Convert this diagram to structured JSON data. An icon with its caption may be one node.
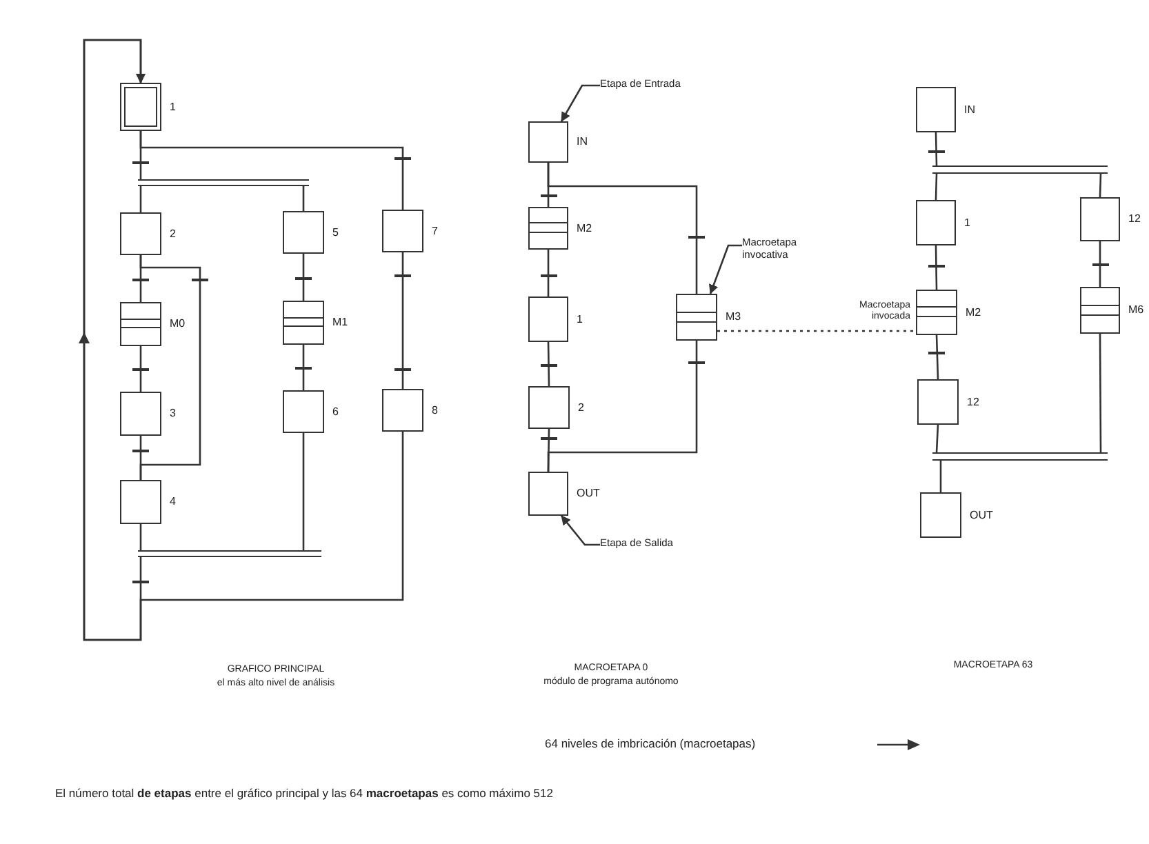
{
  "diagram": {
    "nodes": [
      {
        "text": [
          "1"
        ]
      },
      {
        "text": [],
        "shape": "bar"
      },
      {
        "text": [
          "2"
        ]
      },
      {
        "text": [
          "M0"
        ]
      },
      {
        "text": [
          "3"
        ]
      },
      {
        "text": [
          "4"
        ]
      },
      {
        "text": [
          "5"
        ]
      },
      {
        "text": [
          "M1"
        ]
      },
      {
        "text": [
          "6"
        ]
      },
      {
        "text": [
          "7"
        ]
      },
      {
        "text": [
          "8"
        ]
      },
      {
        "text": [],
        "shape": "bar"
      },
      {
        "text": [
          "IN"
        ]
      },
      {
        "text": [
          "M2"
        ]
      },
      {
        "text": [
          "1"
        ]
      },
      {
        "text": [
          "2"
        ]
      },
      {
        "text": [
          "OUT"
        ]
      },
      {
        "text": [
          "M3"
        ]
      },
      {
        "text": [
          "Etapa de Entrada"
        ]
      },
      {
        "text": [
          "Etapa de Salida"
        ]
      },
      {
        "text": [
          "Macroetapa invocativa"
        ]
      },
      {
        "text": [
          "IN"
        ]
      },
      {
        "text": [],
        "shape": "bar"
      },
      {
        "text": [
          "1"
        ]
      },
      {
        "text": [
          "M2"
        ],
        "beside": [
          "Macroetapa invocada"
        ]
      },
      {
        "text": [
          "12"
        ]
      },
      {
        "text": [
          "12"
        ]
      },
      {
        "text": [
          "M6"
        ]
      },
      {
        "text": [],
        "shape": "bar"
      },
      {
        "text": [
          "OUT"
        ]
      }
    ],
    "edges": [
      {
        "from": 0,
        "to": 1,
        "arrow": "none"
      },
      {
        "from": 0,
        "to": 9,
        "arrow": "none"
      },
      {
        "from": 1,
        "to": 2,
        "arrow": "none"
      },
      {
        "from": 1,
        "to": 6,
        "arrow": "none"
      },
      {
        "from": 2,
        "to": 3,
        "arrow": "none"
      },
      {
        "from": 3,
        "to": 4,
        "arrow": "none"
      },
      {
        "from": 4,
        "to": 5,
        "arrow": "none"
      },
      {
        "from": 2,
        "to": 5,
        "arrow": "none"
      },
      {
        "from": 6,
        "to": 7,
        "arrow": "none"
      },
      {
        "from": 7,
        "to": 8,
        "arrow": "none"
      },
      {
        "from": 9,
        "to": 10,
        "arrow": "none"
      },
      {
        "from": 5,
        "to": 11,
        "arrow": "none"
      },
      {
        "from": 8,
        "to": 11,
        "arrow": "none"
      },
      {
        "from": 10,
        "to": 0,
        "arrow": "to"
      },
      {
        "from": 11,
        "to": 0,
        "arrow": "to"
      },
      {
        "from": 12,
        "to": 13,
        "arrow": "none"
      },
      {
        "from": 12,
        "to": 17,
        "arrow": "none"
      },
      {
        "from": 13,
        "to": 14,
        "arrow": "none"
      },
      {
        "from": 14,
        "to": 15,
        "arrow": "none"
      },
      {
        "from": 15,
        "to": 16,
        "arrow": "none"
      },
      {
        "from": 17,
        "to": 16,
        "arrow": "none"
      },
      {
        "from": 17,
        "to": 24,
        "arrow": "none",
        "style": "dashed"
      },
      {
        "from": 18,
        "to": 12,
        "arrow": "to"
      },
      {
        "from": 19,
        "to": 16,
        "arrow": "to"
      },
      {
        "from": 20,
        "to": 17,
        "arrow": "to"
      },
      {
        "from": 21,
        "to": 22,
        "arrow": "none"
      },
      {
        "from": 22,
        "to": 23,
        "arrow": "none"
      },
      {
        "from": 22,
        "to": 26,
        "arrow": "none"
      },
      {
        "from": 23,
        "to": 24,
        "arrow": "none"
      },
      {
        "from": 24,
        "to": 25,
        "arrow": "none"
      },
      {
        "from": 25,
        "to": 28,
        "arrow": "none"
      },
      {
        "from": 27,
        "to": 28,
        "arrow": "none"
      },
      {
        "from": 26,
        "to": 27,
        "arrow": "none"
      },
      {
        "from": 28,
        "to": 29,
        "arrow": "none"
      }
    ],
    "labels": [
      "GRAFICO PRINCIPAL",
      "el más alto nivel de análisis",
      "MACROETAPA 0",
      "módulo de programa autónomo",
      "MACROETAPA 63",
      "64 niveles de imbricación (macroetapas)",
      "El número total **de etapas** entre el gráfico principal y las 64 **macroetapas** es como máximo 512"
    ]
  }
}
